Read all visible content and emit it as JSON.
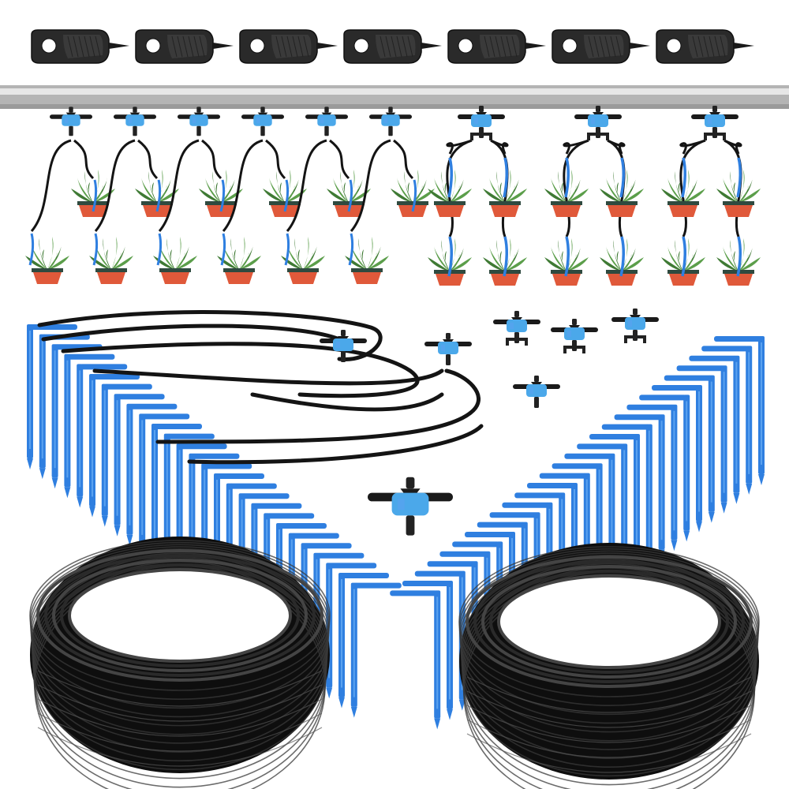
{
  "colors": {
    "background": "#ffffff",
    "tube_black": "#141414",
    "tube_highlight": "#3a3a3a",
    "stake_blue": "#2f7fe0",
    "stake_blue_light": "#5aa2f0",
    "dripper_blue": "#4ba8ea",
    "pipe_gray": "#b4b4b4",
    "pipe_highlight": "#e6e6e6",
    "leaf_green": "#5b9e4a",
    "leaf_green_dark": "#3f7a34",
    "pot_orange": "#e0593a",
    "pot_rim": "#2f4a3f"
  },
  "items": {
    "hole_punch_tools": 7,
    "single_outlet_plant_demos": 12,
    "dual_outlet_plant_demos": 12,
    "loose_drippers": 7,
    "arrow_stakes": 54,
    "tubing_coils": 2
  },
  "icons": {
    "punch_tool": "hole-punch-tool-icon",
    "dripper": "adjustable-dripper-icon",
    "stake": "arrow-stake-icon",
    "coil": "tubing-coil-icon",
    "plant": "potted-plant-icon"
  }
}
